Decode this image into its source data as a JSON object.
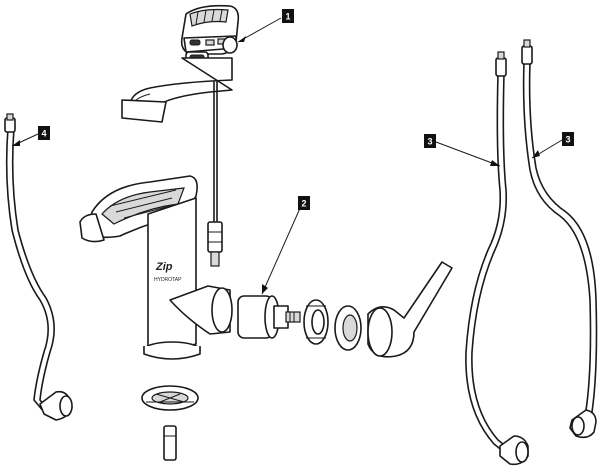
{
  "callouts": [
    {
      "id": "callout-1",
      "number": "1"
    },
    {
      "id": "callout-2",
      "number": "2"
    },
    {
      "id": "callout-3a",
      "number": "3"
    },
    {
      "id": "callout-3b",
      "number": "3"
    },
    {
      "id": "callout-4",
      "number": "4"
    }
  ],
  "brand": {
    "logo_text": "Zip",
    "product_text": "HYDROTAP"
  }
}
